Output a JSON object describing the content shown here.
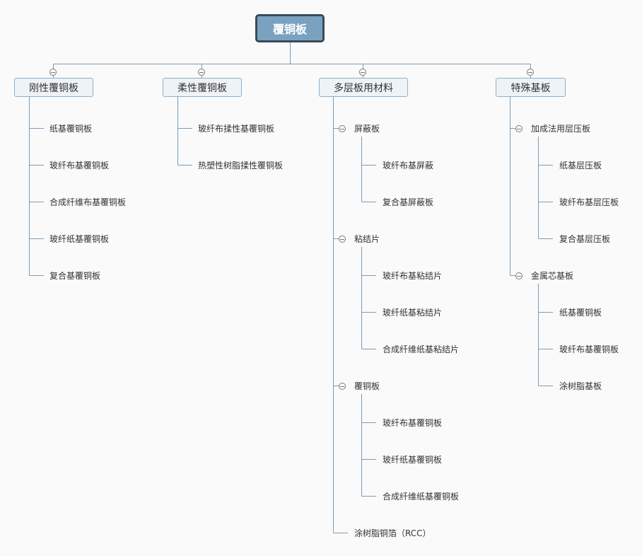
{
  "root": "覆铜板",
  "categories": [
    {
      "label": "刚性覆铜板",
      "items": [
        "纸基覆铜板",
        "玻纤布基覆铜板",
        "合成纤维布基覆铜板",
        "玻纤纸基覆铜板",
        "复合基覆铜板"
      ]
    },
    {
      "label": "柔性覆铜板",
      "items": [
        "玻纤布揉性基覆铜板",
        "热塑性树脂揉性覆铜板"
      ]
    },
    {
      "label": "多层板用材料",
      "groups": [
        {
          "label": "屏蔽板",
          "items": [
            "玻纤布基屏蔽",
            "复合基屏蔽板"
          ]
        },
        {
          "label": "粘结片",
          "items": [
            "玻纤布基粘结片",
            "玻纤纸基粘结片",
            "合成纤维纸基粘结片"
          ]
        },
        {
          "label": "覆铜板",
          "items": [
            "玻纤布基覆铜板",
            "玻纤纸基覆铜板",
            "合成纤维纸基覆铜板"
          ]
        }
      ],
      "extra": "涂树脂铜箔（RCC）"
    },
    {
      "label": "特殊基板",
      "groups": [
        {
          "label": "加成法用层压板",
          "items": [
            "纸基层压板",
            "玻纤布基层压板",
            "复合基层压板"
          ]
        },
        {
          "label": "金属芯基板",
          "items": [
            "纸基覆铜板",
            "玻纤布基覆铜板",
            "涂树脂基板"
          ]
        }
      ]
    }
  ],
  "colors": {
    "line": "#7a9cb8",
    "root_fill": "#7aa2c0",
    "root_border": "#3a4a5a",
    "cat_fill": "#eef3f7"
  }
}
